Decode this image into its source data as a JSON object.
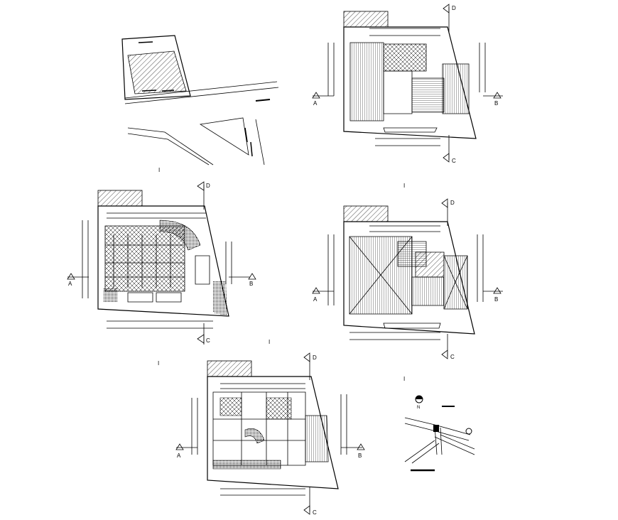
{
  "drawing": {
    "labels": {
      "a": "A",
      "b": "B",
      "c": "C",
      "d": "D",
      "i": "I",
      "north": "N"
    }
  }
}
